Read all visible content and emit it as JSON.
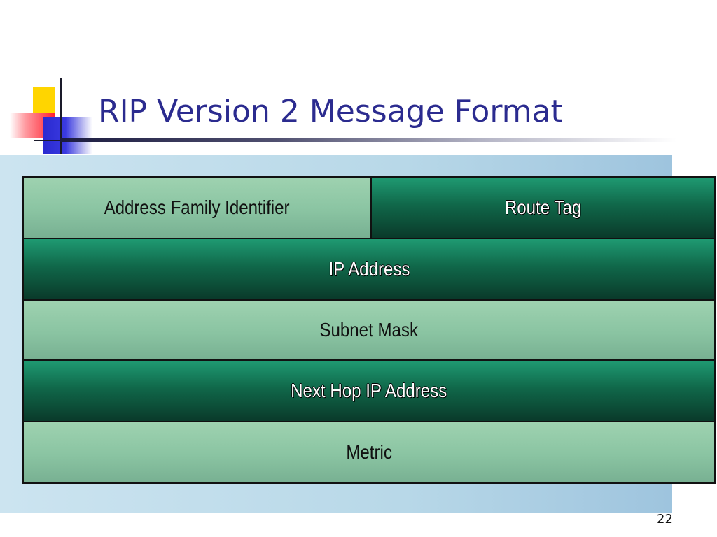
{
  "slide": {
    "title": "RIP Version 2 Message Format",
    "page_number": "22"
  },
  "format_fields": {
    "address_family_identifier": "Address Family Identifier",
    "route_tag": "Route Tag",
    "ip_address": "IP Address",
    "subnet_mask": "Subnet Mask",
    "next_hop_ip_address": "Next Hop IP Address",
    "metric": "Metric"
  },
  "colors": {
    "title": "#2b2b8f",
    "light_field": "#8ac4a2",
    "dark_field": "#10684a",
    "panel": "#b8d8e8"
  }
}
